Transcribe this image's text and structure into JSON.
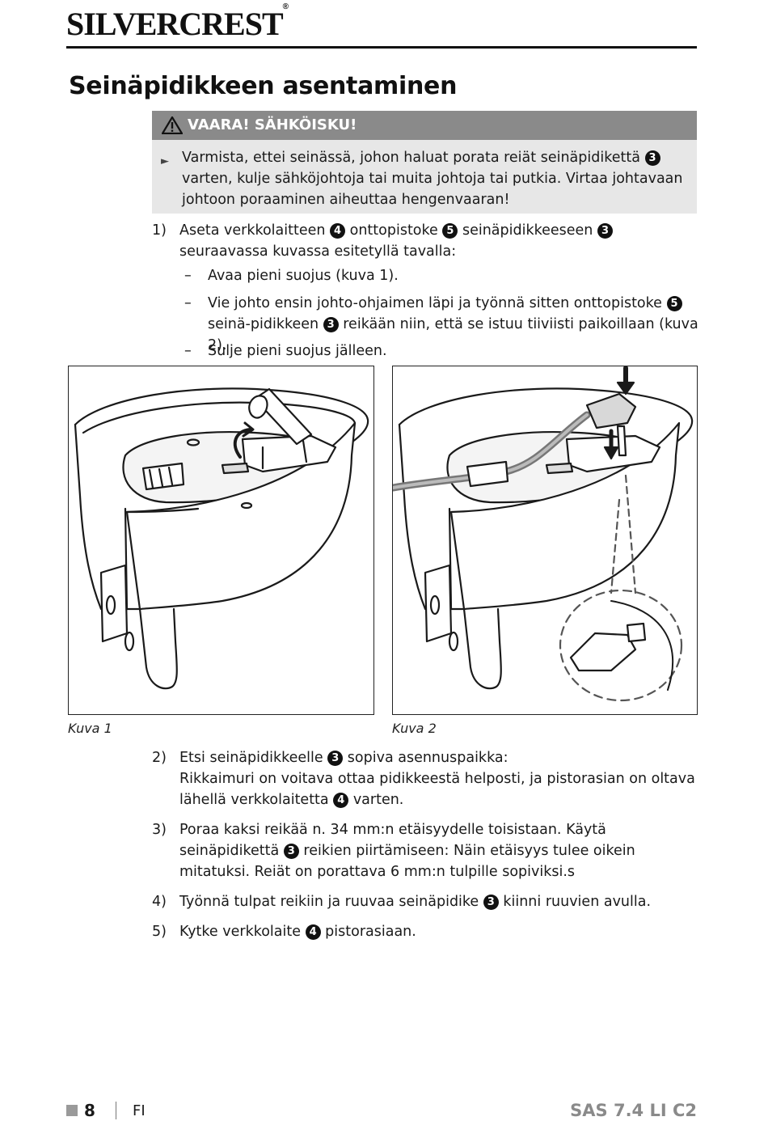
{
  "header": {
    "brand": "SILVERCREST",
    "brand_mark": "®"
  },
  "title": "Seinäpidikkeen asentaminen",
  "warning": {
    "heading": "VAARA! SÄHKÖISKU!",
    "icon": "warning-triangle-icon",
    "bullet": "►",
    "text_a": "Varmista, ettei seinässä, johon haluat porata reiät seinäpidikettä",
    "ref": "3",
    "text_b": "varten, kulje sähköjohtoja tai muita johtoja tai putkia. Virtaa johtavaan johtoon poraaminen aiheuttaa hengenvaaran!"
  },
  "step1": {
    "num": "1)",
    "t1": "Aseta verkkolaitteen",
    "r1": "4",
    "t2": "onttopistoke",
    "r2": "5",
    "t3": "seinäpidikkeeseen",
    "r3": "3",
    "t4": "seuraavassa kuvassa esitetyllä tavalla:",
    "subs": {
      "dash": "–",
      "s1": "Avaa pieni suojus (kuva 1).",
      "s2a": "Vie johto ensin johto-ohjaimen läpi ja työnnä sitten onttopistoke",
      "s2r1": "5",
      "s2b": "seinä-pidikkeen",
      "s2r2": "3",
      "s2c": "reikään niin, että se istuu tiiviisti paikoillaan (kuva 2).",
      "s3": "Sulje pieni suojus jälleen."
    }
  },
  "figures": {
    "fig1_caption": "Kuva 1",
    "fig2_caption": "Kuva 2"
  },
  "step2": {
    "num": "2)",
    "t1": "Etsi seinäpidikkeelle",
    "r1": "3",
    "t2": "sopiva asennuspaikka:",
    "t3": "Rikkaimuri on voitava ottaa pidikkeestä helposti, ja pistorasian on oltava lähellä verkkolaitetta",
    "r2": "4",
    "t4": "varten."
  },
  "step3": {
    "num": "3)",
    "t1": "Poraa kaksi reikää n. 34 mm:n etäisyydelle toisistaan. Käytä seinäpidikettä",
    "r1": "3",
    "t2": "reikien piirtämiseen: Näin etäisyys tulee oikein mitatuksi. Reiät on porattava 6 mm:n tulpille sopiviksi.s"
  },
  "step4": {
    "num": "4)",
    "t1": "Työnnä tulpat reikiin ja ruuvaa seinäpidike",
    "r1": "3",
    "t2": "kiinni ruuvien avulla."
  },
  "step5": {
    "num": "5)",
    "t1": "Kytke verkkolaite",
    "r1": "4",
    "t2": "pistorasiaan."
  },
  "footer": {
    "page": "8",
    "lang": "FI",
    "model": "SAS 7.4 LI C2"
  }
}
